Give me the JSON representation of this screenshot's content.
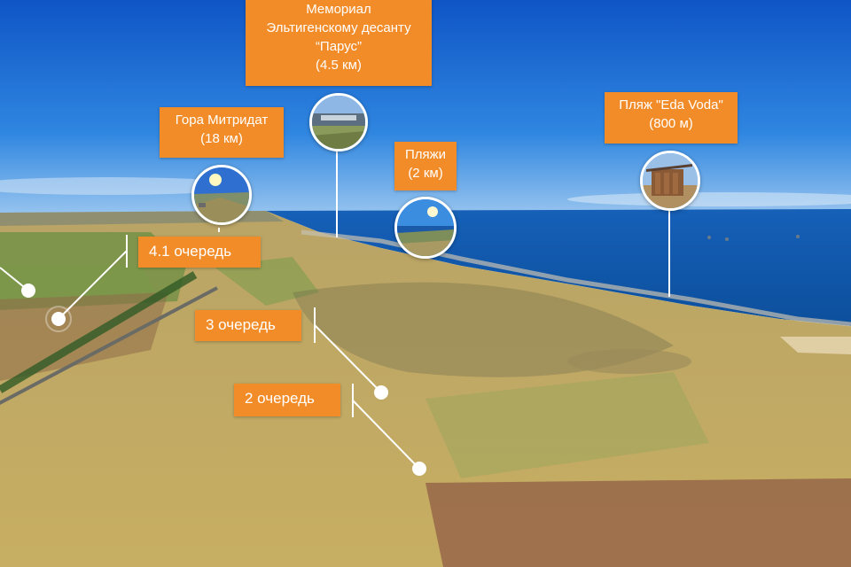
{
  "hotspots": {
    "memorial": {
      "title": "Мемориал Эльтигенскому десанту “Парус”",
      "line1": "Мемориал",
      "line2": "Эльтигенскому десанту",
      "line3": "“Парус”",
      "distance": "(4.5 км)",
      "icon": "memorial-thumbnail-icon"
    },
    "mitridat": {
      "title": "Гора Митридат",
      "distance": "(18 км)",
      "icon": "mountain-thumbnail-icon"
    },
    "beaches": {
      "title": "Пляжи",
      "distance": "(2 км)",
      "icon": "beach-thumbnail-icon"
    },
    "eda_voda": {
      "title": "Пляж \"Eda Voda\"",
      "distance": "(800 м)",
      "icon": "beach-bar-thumbnail-icon"
    }
  },
  "queues": [
    {
      "label": "4.1 очередь"
    },
    {
      "label": "3 очередь"
    },
    {
      "label": "2 очередь"
    }
  ],
  "colors": {
    "label_bg": "#F28C28",
    "label_text": "#FFFFFF",
    "sky": "#1E6FD0",
    "sea": "#0E5AA7",
    "field": "#C9B06A",
    "marker": "#FFFFFF"
  }
}
